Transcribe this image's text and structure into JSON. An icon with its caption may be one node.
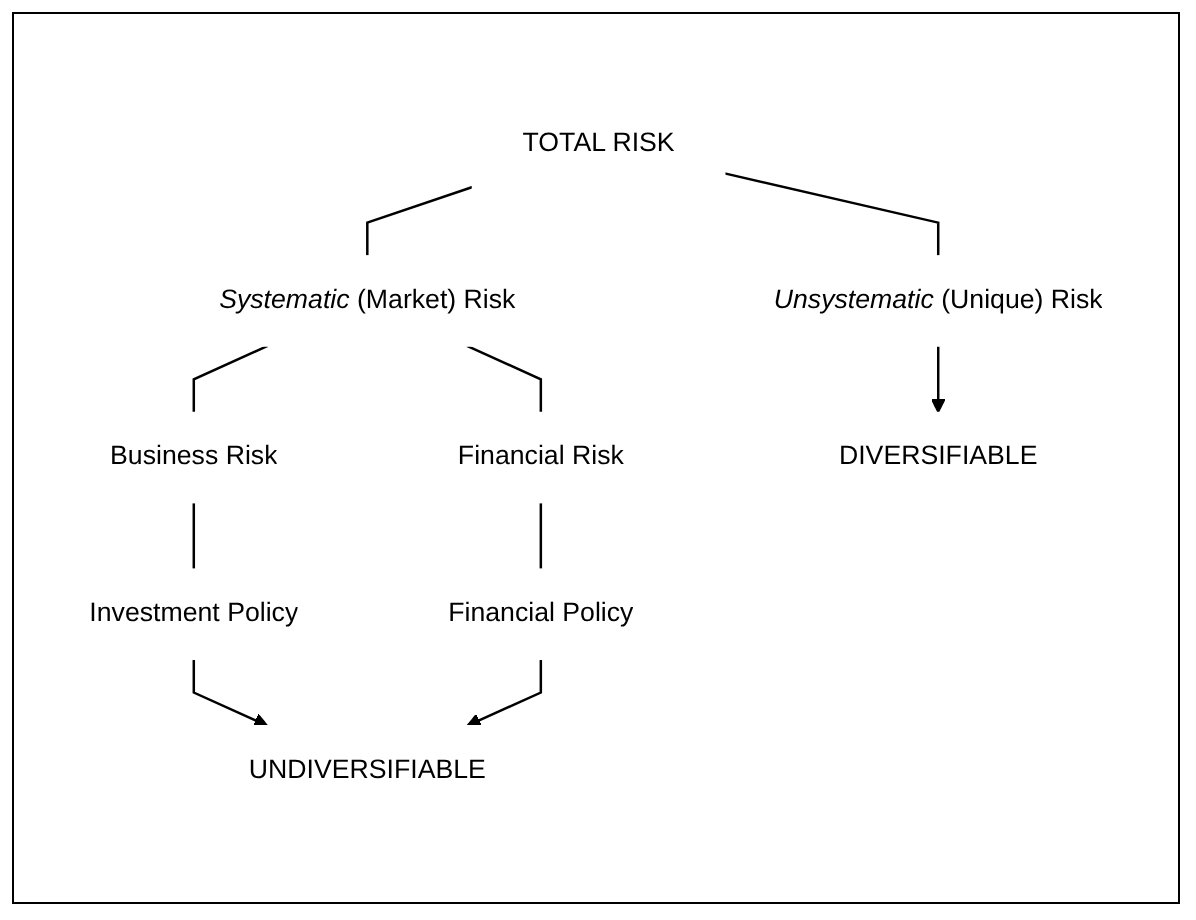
{
  "diagram": {
    "nodes": [
      {
        "text": [
          "TOTAL RISK"
        ]
      },
      {
        "text": [
          "*Systematic* (Market) Risk"
        ]
      },
      {
        "text": [
          "*Unsystematic* (Unique) Risk"
        ]
      },
      {
        "text": [
          "Business Risk"
        ]
      },
      {
        "text": [
          "Financial Risk"
        ]
      },
      {
        "text": [
          "Investment Policy"
        ]
      },
      {
        "text": [
          "Financial Policy"
        ]
      },
      {
        "text": [
          "UNDIVERSIFIABLE"
        ]
      },
      {
        "text": [
          "DIVERSIFIABLE"
        ]
      }
    ],
    "edges": [
      {
        "from": 0,
        "to": 1,
        "arrow": "none"
      },
      {
        "from": 0,
        "to": 2,
        "arrow": "none"
      },
      {
        "from": 1,
        "to": 3,
        "arrow": "none"
      },
      {
        "from": 1,
        "to": 4,
        "arrow": "none"
      },
      {
        "from": 3,
        "to": 5,
        "arrow": "none"
      },
      {
        "from": 4,
        "to": 6,
        "arrow": "none"
      },
      {
        "from": 5,
        "to": 7,
        "arrow": "to"
      },
      {
        "from": 6,
        "to": 7,
        "arrow": "to"
      },
      {
        "from": 2,
        "to": 8,
        "arrow": "to"
      }
    ]
  }
}
